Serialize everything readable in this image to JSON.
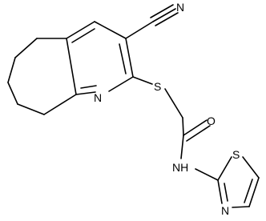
{
  "atoms": {
    "nitrile_n": "N",
    "ring_n": "N",
    "thioether_s": "S",
    "carbonyl_o": "O",
    "amide_nh": "NH",
    "thiazole_n": "N",
    "thiazole_s": "S"
  },
  "colors": {
    "bond": "#000000",
    "label": "#000000",
    "background": "#ffffff"
  }
}
